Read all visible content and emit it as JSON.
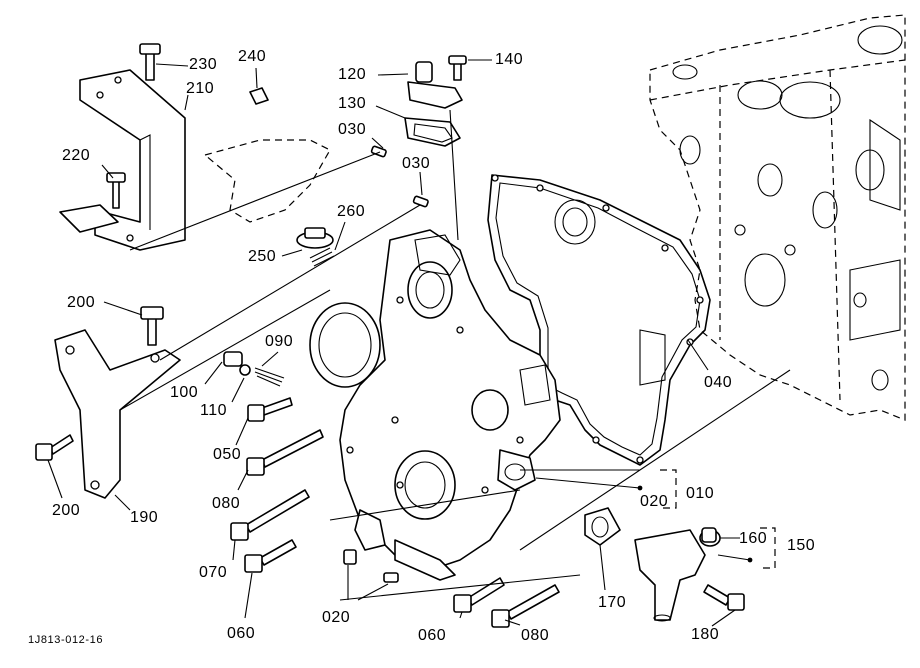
{
  "labels": {
    "p230": "230",
    "p240": "240",
    "p210": "210",
    "p120": "120",
    "p140": "140",
    "p130": "130",
    "p030a": "030",
    "p030b": "030",
    "p220": "220",
    "p260": "260",
    "p250": "250",
    "p200a": "200",
    "p090": "090",
    "p100": "100",
    "p110": "110",
    "p040": "040",
    "p050": "050",
    "p080a": "080",
    "p010": "010",
    "p020a": "020",
    "p070": "070",
    "p160": "160",
    "p150": "150",
    "p200b": "200",
    "p190": "190",
    "p060a": "060",
    "p020b": "020",
    "p170": "170",
    "p060b": "060",
    "p080b": "080",
    "p180": "180"
  },
  "drawing_code": "1J813-012-16"
}
